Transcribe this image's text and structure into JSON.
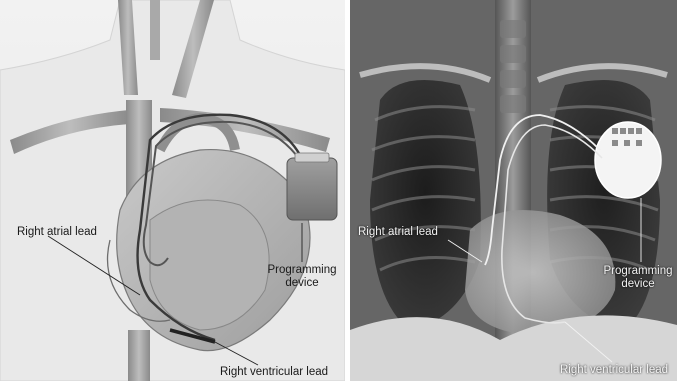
{
  "diagram": {
    "labels": {
      "right_atrial_lead": "Right atrial lead",
      "right_ventricular_lead": "Right ventricular lead",
      "programming_device_line1": "Programming",
      "programming_device_line2": "device"
    }
  },
  "xray": {
    "labels": {
      "right_atrial_lead": "Right atrial lead",
      "right_ventricular_lead": "Right ventricular lead",
      "programming_device_line1": "Programming",
      "programming_device_line2": "device"
    }
  }
}
